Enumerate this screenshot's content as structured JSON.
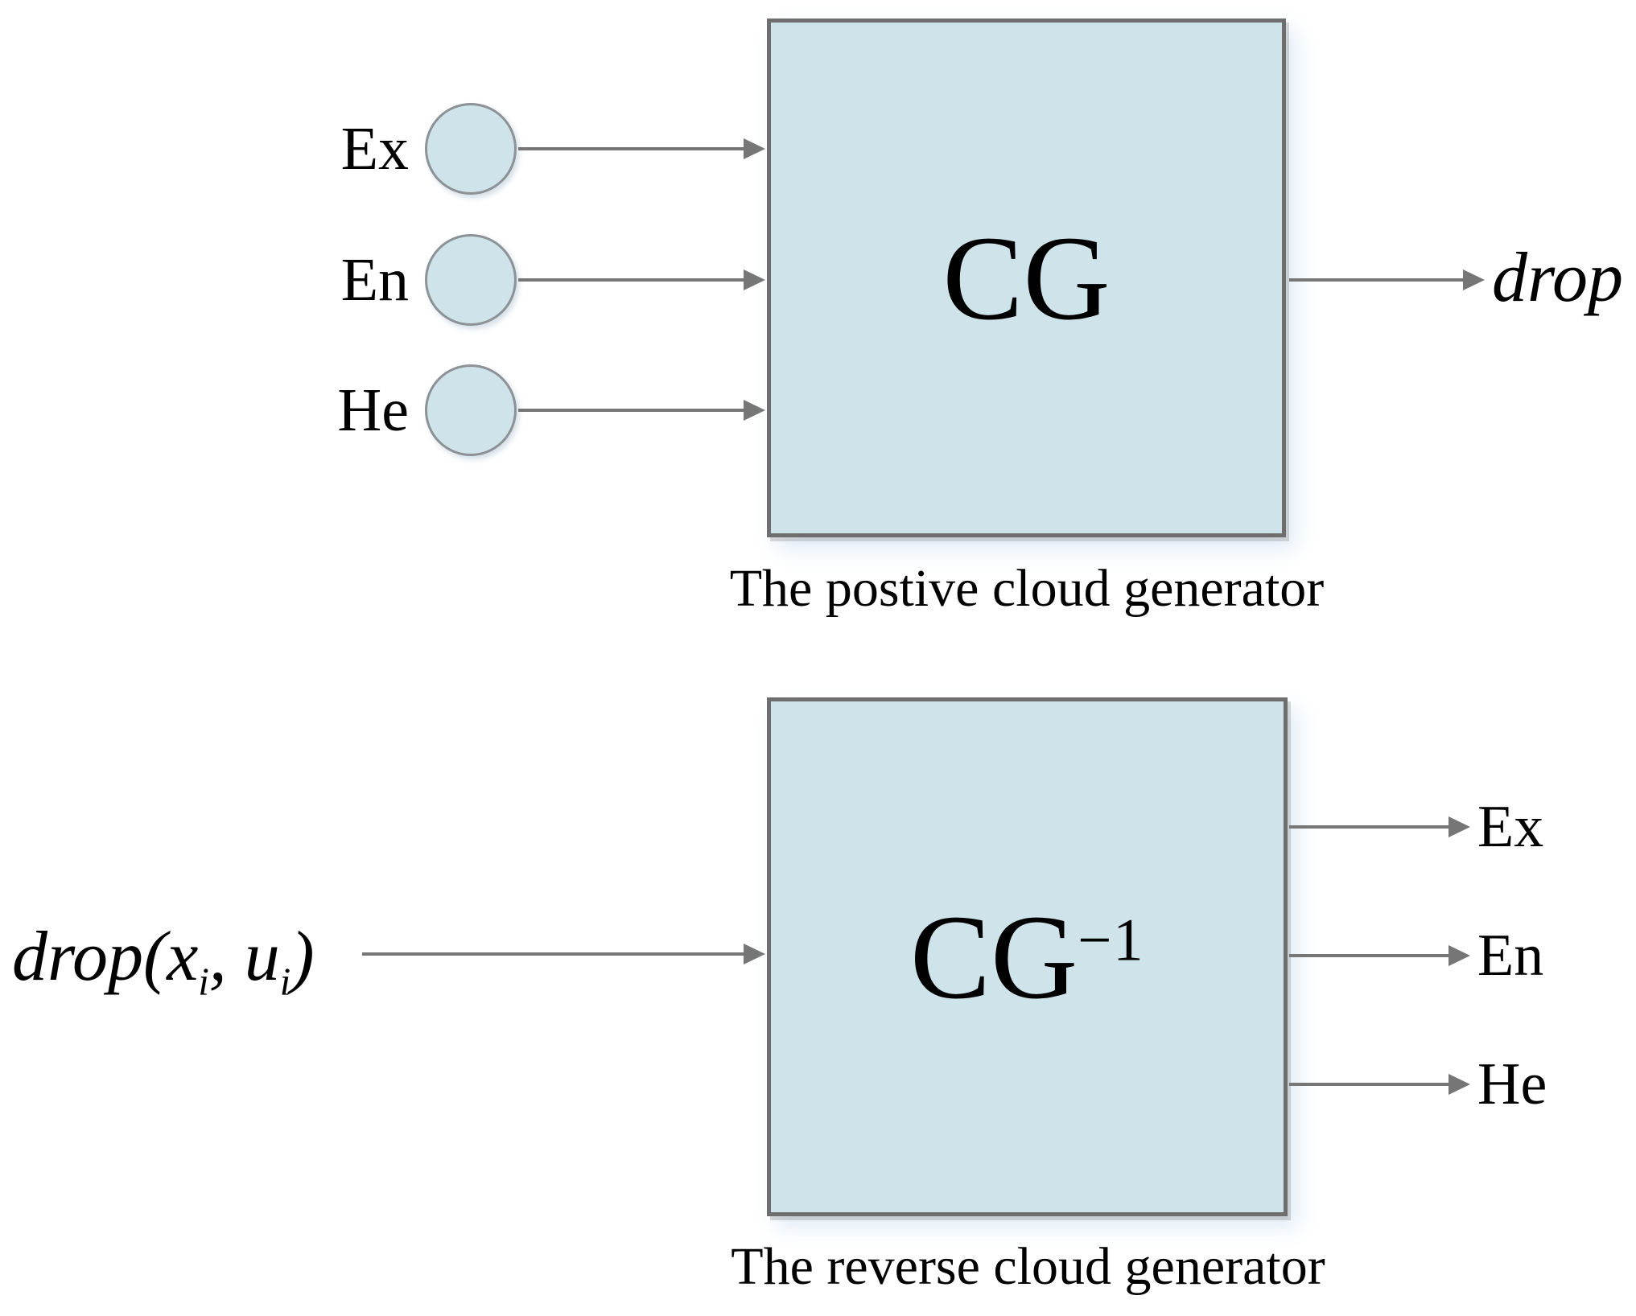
{
  "colors": {
    "box_fill": "#cfe3ea",
    "box_border": "#6e6e6e",
    "circle_border": "#8c9296",
    "arrow": "#767676",
    "text": "#000000"
  },
  "positive_generator": {
    "box_label": "CG",
    "inputs": [
      "Ex",
      "En",
      "He"
    ],
    "output_label": "drop",
    "caption": "The postive cloud generator"
  },
  "reverse_generator": {
    "box_label_base": "CG",
    "box_label_sup": "−1",
    "input_parts": {
      "pre": "drop(x",
      "sub1": "i",
      "mid": ", u",
      "sub2": "i",
      "post": ")"
    },
    "outputs": [
      "Ex",
      "En",
      "He"
    ],
    "caption": "The reverse cloud generator"
  }
}
